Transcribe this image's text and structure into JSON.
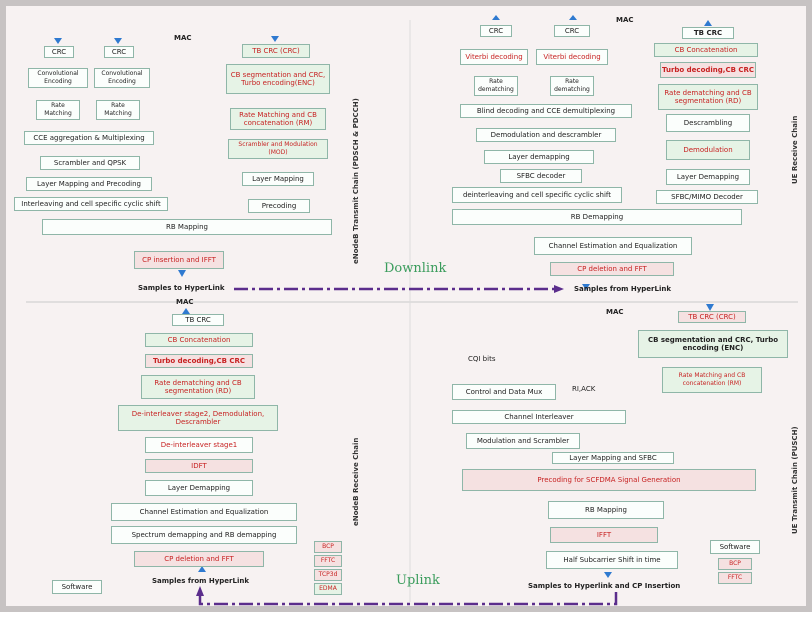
{
  "colors": {
    "arrow": "#2f7ad0",
    "link_line": "#5b2d8c",
    "accent_red": "#c72222",
    "link_text": "#3a9c5c",
    "box_border": "#8fb6a8"
  },
  "tl": {
    "mac": "MAC",
    "crc_1": "CRC",
    "crc_2": "CRC",
    "conv_enc_1": "Convolutional Encoding",
    "conv_enc_2": "Convolutional Encoding",
    "rate_match_1": "Rate Matching",
    "rate_match_2": "Rate Matching",
    "cce": "CCE aggregation & Multiplexing",
    "scrambler_qpsk": "Scrambler and QPSK",
    "layer_map_prec": "Layer Mapping and Precoding",
    "interleave": "Interleaving and cell specific cyclic shift",
    "tb_crc": "TB CRC (CRC)",
    "cb_seg": "CB segmentation and CRC, Turbo encoding(ENC)",
    "rm_cb": "Rate Matching and CB concatenation (RM)",
    "scr_mod": "Scrambler and Modulation (MOD)",
    "layer_map": "Layer Mapping",
    "precoding": "Precoding",
    "rb_map": "RB Mapping",
    "cp_ifft": "CP insertion and IFFT",
    "samples_to": "Samples to HyperLink",
    "chain": "eNodeB Transmit Chain (PDSCH & PDCCH)"
  },
  "tr": {
    "mac": "MAC",
    "crc_1": "CRC",
    "crc_2": "CRC",
    "viterbi_1": "Viterbi decoding",
    "viterbi_2": "Viterbi decoding",
    "rate_dm_1": "Rate dematching",
    "rate_dm_2": "Rate dematching",
    "blind": "Blind decoding and CCE demultiplexing",
    "demod_descr": "Demodulation and descrambler",
    "layer_demap": "Layer demapping",
    "sfbc": "SFBC decoder",
    "deinterleave": "deinterleaving and cell specific cyclic shift",
    "tb_crc": "TB CRC",
    "cb_concat": "CB Concatenation",
    "turbo_dec": "Turbo decoding,CB CRC",
    "rate_dm_cb": "Rate dematching and CB segmentation (RD)",
    "descrambling": "Descrambling",
    "demodulation": "Demodulation",
    "layer_demapping": "Layer Demapping",
    "sfbc_mimo": "SFBC/MIMO Decoder",
    "rb_demap": "RB Demapping",
    "chan_est": "Channel Estimation and Equalization",
    "cp_del_fft": "CP deletion and FFT",
    "samples_from": "Samples from HyperLink",
    "chain": "UE Receive Chain"
  },
  "bl": {
    "mac": "MAC",
    "tb_crc": "TB CRC",
    "cb_concat": "CB Concatenation",
    "turbo_dec": "Turbo decoding,CB CRC",
    "rate_dm": "Rate dematching and CB segmentation (RD)",
    "deint2": "De-interleaver stage2, Demodulation, Descrambler",
    "deint1": "De-interleaver stage1",
    "idft": "IDFT",
    "layer_demap": "Layer Demapping",
    "chan_est": "Channel Estimation and Equalization",
    "spectrum": "Spectrum demapping and RB demapping",
    "cp_del_fft": "CP deletion and FFT",
    "samples_from": "Samples from HyperLink",
    "software": "Software",
    "legend": [
      "BCP",
      "FFTC",
      "TCP3d",
      "EDMA"
    ],
    "chain": "eNodeB Receive Chain"
  },
  "br": {
    "mac": "MAC",
    "tb_crc": "TB CRC (CRC)",
    "cb_seg": "CB segmentation and CRC, Turbo encoding (ENC)",
    "rm_cb": "Rate Matching and CB concatenation (RM)",
    "cqi": "CQI bits",
    "ri_ack": "RI,ACK",
    "ctrl_mux": "Control and Data Mux",
    "chan_int": "Channel Interleaver",
    "mod_scr": "Modulation and Scrambler",
    "layer_sfbc": "Layer Mapping and SFBC",
    "prec_scfdma": "Precoding  for  SCFDMA Signal  Generation",
    "rb_map": "RB Mapping",
    "ifft": "IFFT",
    "half_sub": "Half Subcarrier Shift in time",
    "samples_to": "Samples to Hyperlink and CP Insertion",
    "software": "Software",
    "legend": [
      "BCP",
      "FFTC"
    ],
    "chain": "UE Transmit Chain (PUSCH)"
  },
  "links": {
    "downlink": "Downlink",
    "uplink": "Uplink"
  }
}
